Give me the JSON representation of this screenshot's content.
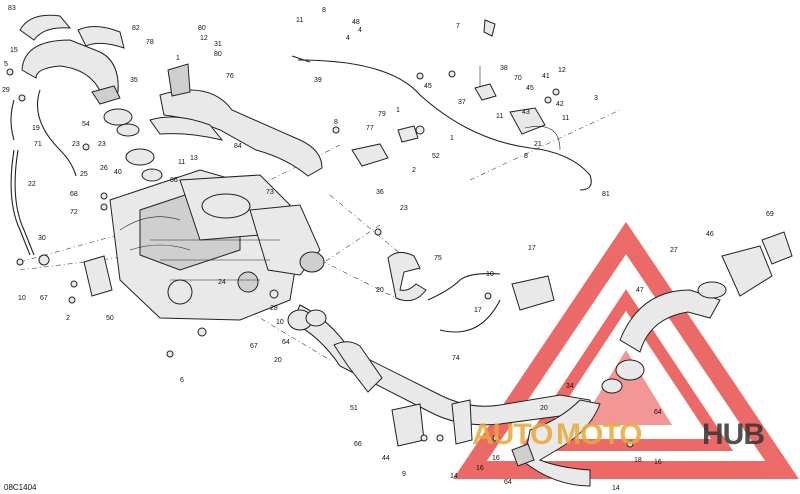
{
  "diagram": {
    "reference_code": "08C1404",
    "callouts": [
      "83",
      "15",
      "82",
      "80",
      "12",
      "31",
      "80",
      "78",
      "1",
      "35",
      "5",
      "29",
      "19",
      "71",
      "54",
      "23",
      "26",
      "25",
      "23",
      "40",
      "86",
      "76",
      "11",
      "7",
      "8",
      "48",
      "4",
      "39",
      "1",
      "13",
      "11",
      "68",
      "72",
      "8",
      "37",
      "38",
      "70",
      "45",
      "41",
      "12",
      "3",
      "45",
      "42",
      "43",
      "11",
      "11",
      "21",
      "8",
      "81",
      "79",
      "1",
      "77",
      "52",
      "2",
      "36",
      "73",
      "84",
      "22",
      "30",
      "10",
      "67",
      "2",
      "50",
      "28",
      "10",
      "6",
      "67",
      "64",
      "20",
      "74",
      "51",
      "66",
      "44",
      "9",
      "14",
      "16",
      "16",
      "64",
      "20",
      "34",
      "64",
      "23",
      "20",
      "75",
      "17",
      "17",
      "47",
      "27",
      "46",
      "69",
      "14",
      "18",
      "16",
      "10",
      "4",
      "24"
    ],
    "watermark": {
      "word_colored": "AUTO",
      "word_mid": "MOTO",
      "word_dark": "HUB"
    },
    "colors": {
      "watermark_red": "#e53935",
      "watermark_orange": "#e8a93a",
      "watermark_dark": "#333333",
      "linework": "#222222"
    }
  }
}
